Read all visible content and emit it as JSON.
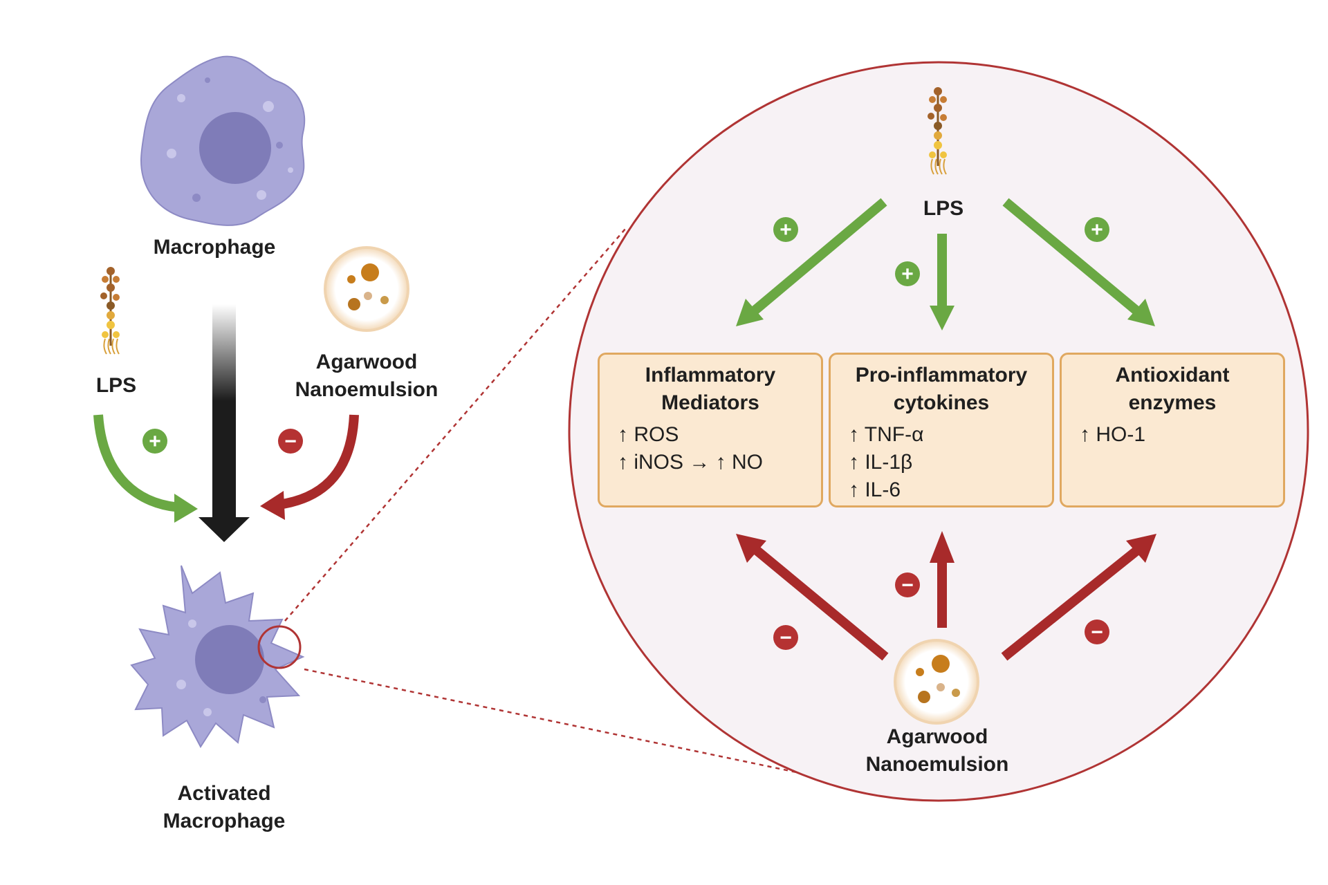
{
  "labels": {
    "macrophage": "Macrophage",
    "lps_left": "LPS",
    "agarwood_left": "Agarwood\nNanoemulsion",
    "activated": "Activated\nMacrophage",
    "lps_zoom": "LPS",
    "agarwood_zoom": "Agarwood\nNanoemulsion"
  },
  "signs": {
    "plus": "+",
    "minus": "−"
  },
  "boxes": [
    {
      "title": "Inflammatory\nMediators",
      "items": [
        "↑ ROS",
        "↑ iNOS → ↑ NO"
      ]
    },
    {
      "title": "Pro-inflammatory\ncytokines",
      "items": [
        "↑ TNF-α",
        "↑ IL-1β",
        "↑ IL-6"
      ]
    },
    {
      "title": "Antioxidant\nenzymes",
      "items": [
        "↑ HO-1"
      ]
    }
  ],
  "colors": {
    "activation": "#6aa843",
    "inhibition": "#a82a2a",
    "cell": "#a9a7d8",
    "nucleus": "#7f7cb8",
    "box_fill": "#fbe9d2",
    "box_border": "#e0a860",
    "circle_border": "#b03434",
    "circle_fill": "#f7f2f5"
  }
}
